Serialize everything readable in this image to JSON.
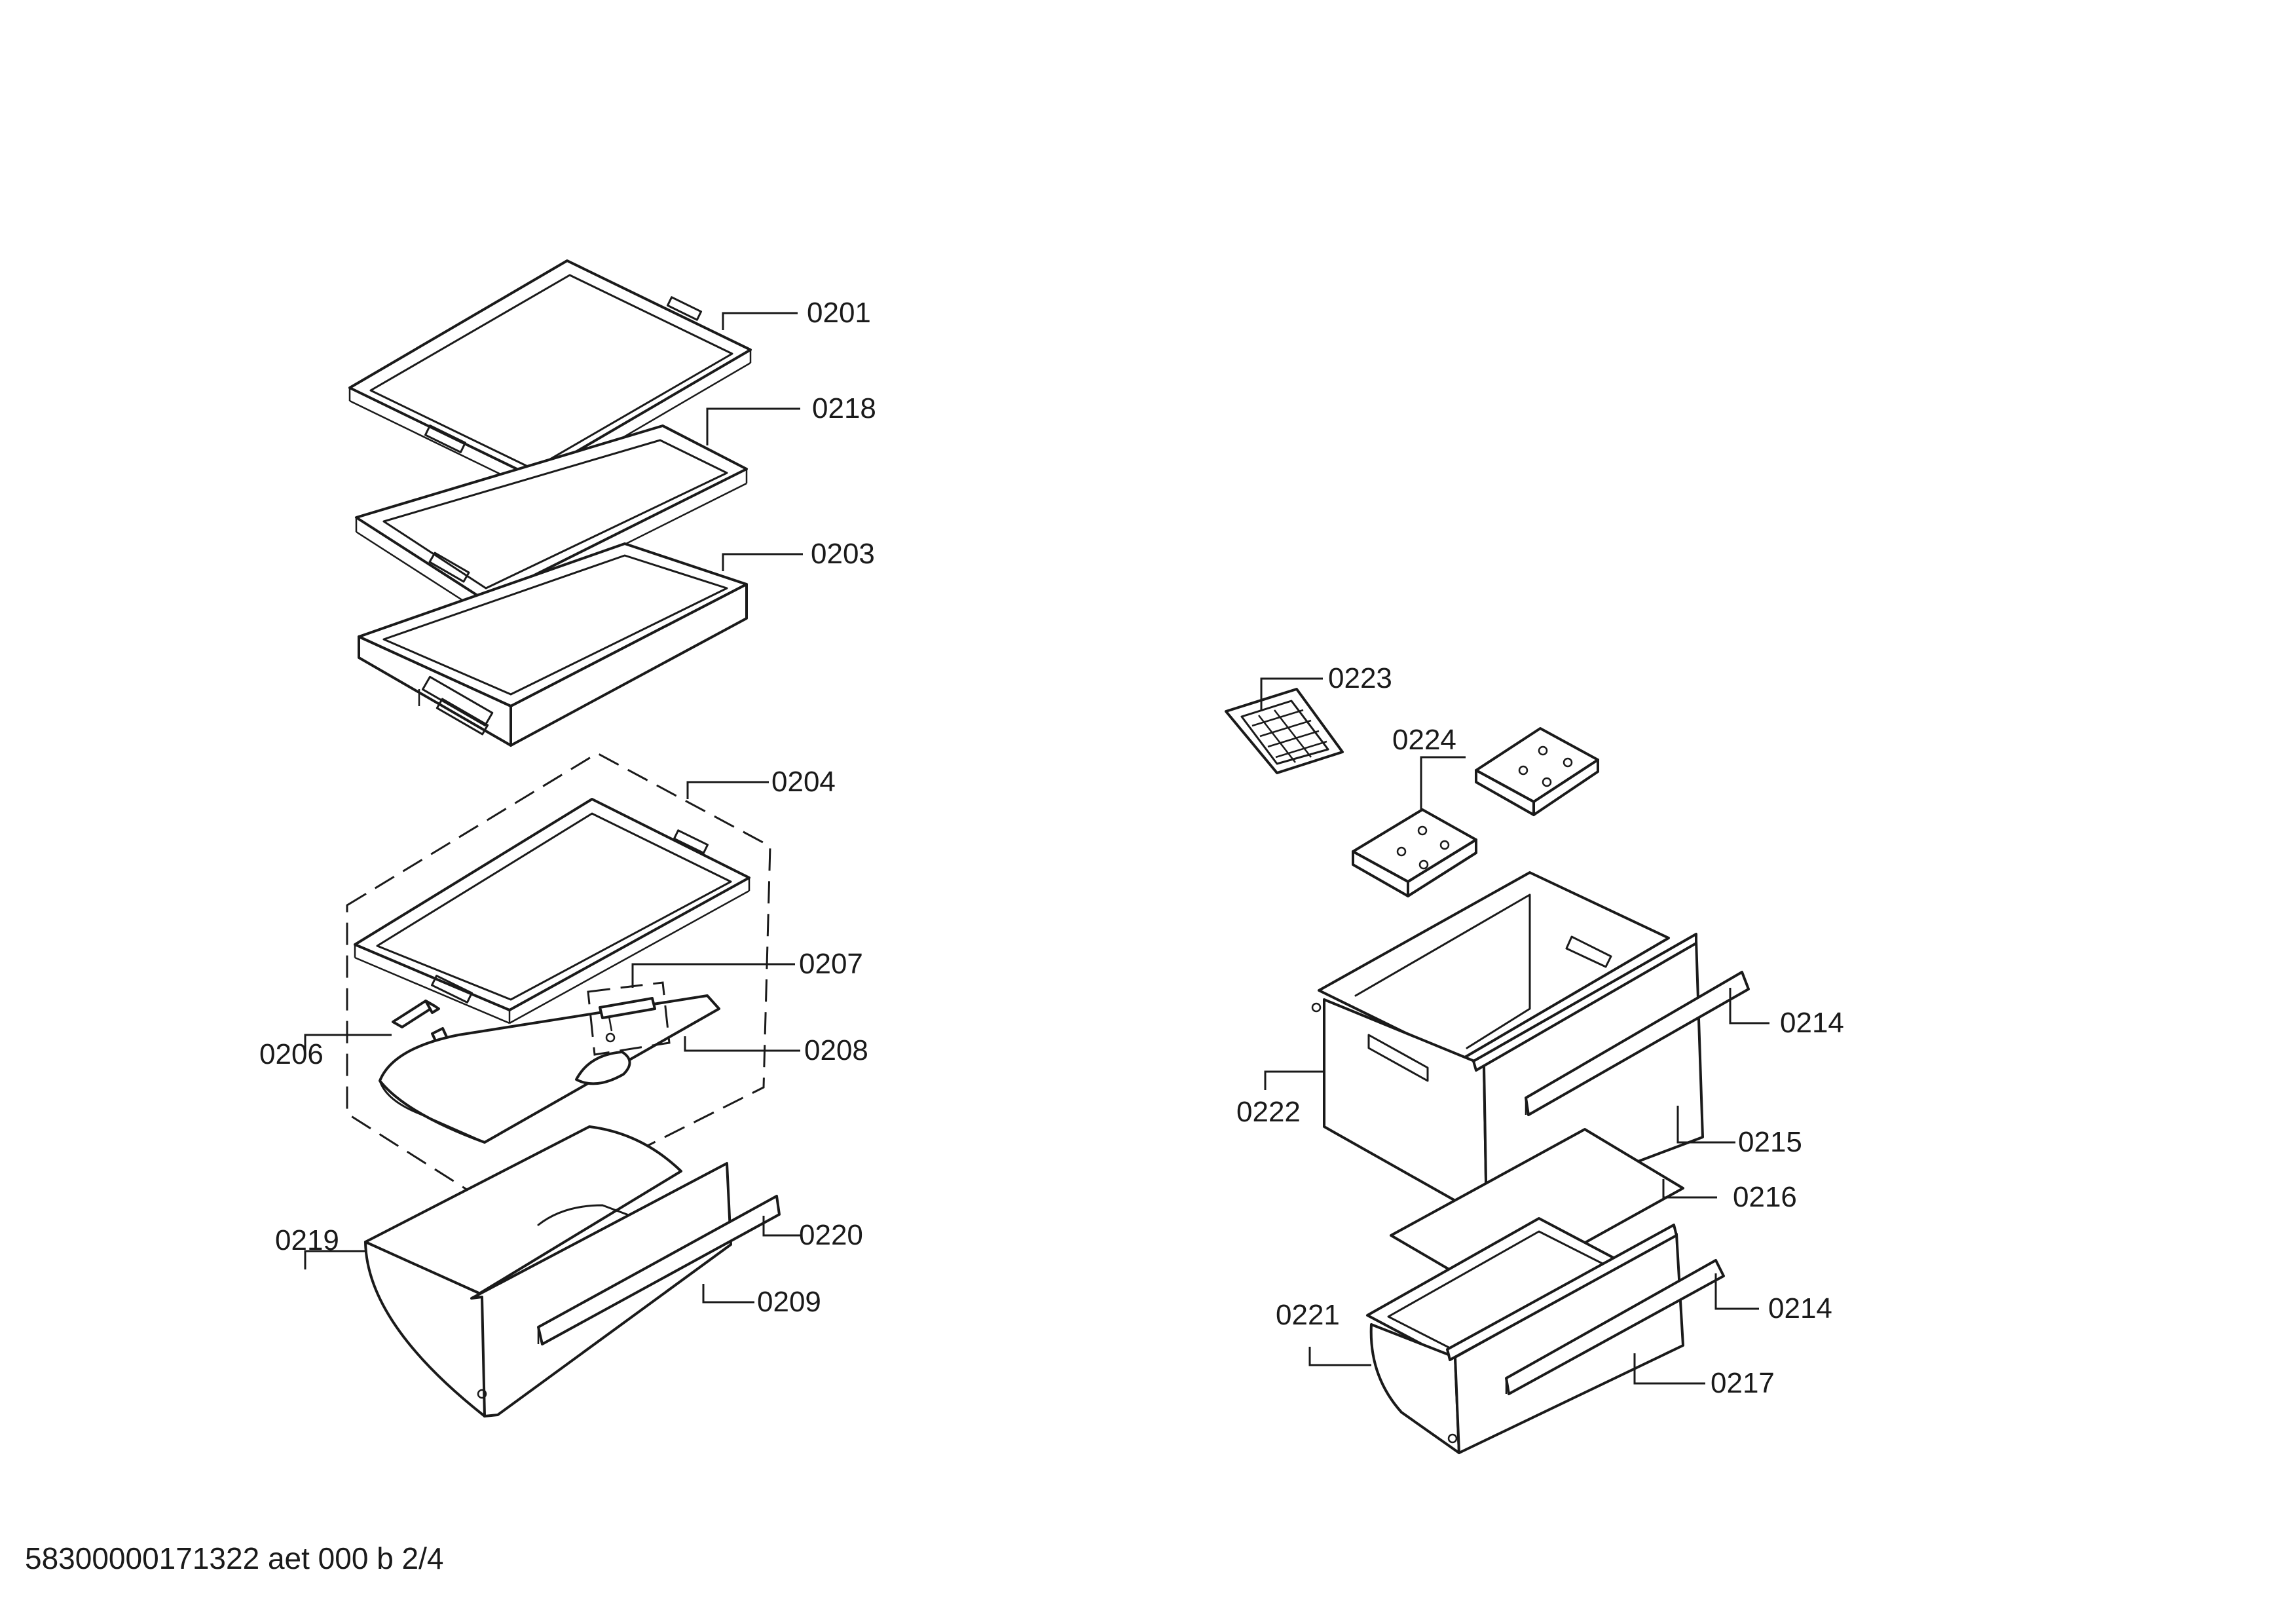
{
  "footer": {
    "doc_code": "58300000171322 aet 000 b 2/4"
  },
  "labels": {
    "p0201": "0201",
    "p0218": "0218",
    "p0203": "0203",
    "p0204": "0204",
    "p0207": "0207",
    "p0206": "0206",
    "p0208": "0208",
    "p0219": "0219",
    "p0220": "0220",
    "p0209": "0209",
    "p0223": "0223",
    "p0224": "0224",
    "p0214a": "0214",
    "p0222": "0222",
    "p0215": "0215",
    "p0216": "0216",
    "p0221": "0221",
    "p0214b": "0214",
    "p0217": "0217"
  }
}
